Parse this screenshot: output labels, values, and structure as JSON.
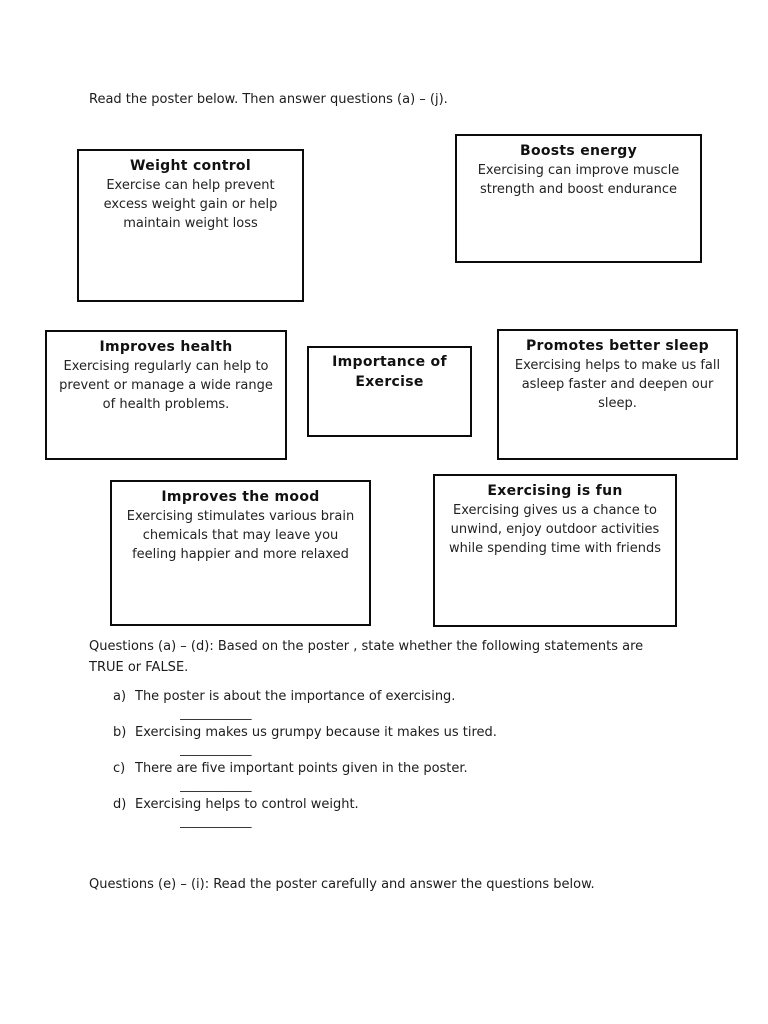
{
  "page": {
    "instruction": "Read the poster below. Then answer questions (a) – (j)."
  },
  "poster": {
    "boxes": [
      {
        "title": "Weight control",
        "body": "Exercise can help prevent excess weight gain or help maintain  weight loss"
      },
      {
        "title": "Boosts energy",
        "body": "Exercising can improve muscle strength and boost endurance"
      },
      {
        "title": "Improves health",
        "body": "Exercising regularly can help to prevent or manage a wide range of health problems."
      },
      {
        "title": "Importance of Exercise",
        "body": ""
      },
      {
        "title": "Promotes better sleep",
        "body": "Exercising helps to make us fall asleep faster and deepen our sleep."
      },
      {
        "title": "Improves the mood",
        "body": "Exercising stimulates various brain chemicals that may leave you feeling happier and more relaxed"
      },
      {
        "title": "Exercising is fun",
        "body": "Exercising gives us a chance to unwind, enjoy outdoor activities while spending time with friends"
      }
    ]
  },
  "questions_ad": {
    "header": "Questions (a) – (d): Based on the poster , state whether the following statements are TRUE or FALSE.",
    "items": [
      {
        "label": "a)",
        "text": "The poster is about the importance of exercising.",
        "blank": "___________"
      },
      {
        "label": "b)",
        "text": "Exercising makes us grumpy because it makes us tired.",
        "blank": "___________"
      },
      {
        "label": "c)",
        "text": "There are five important points given in the poster.",
        "blank": "___________"
      },
      {
        "label": "d)",
        "text": "Exercising helps to control weight.",
        "blank": "___________"
      }
    ]
  },
  "questions_ei": {
    "header": "Questions (e) – (i):  Read the poster carefully and answer the questions below."
  }
}
